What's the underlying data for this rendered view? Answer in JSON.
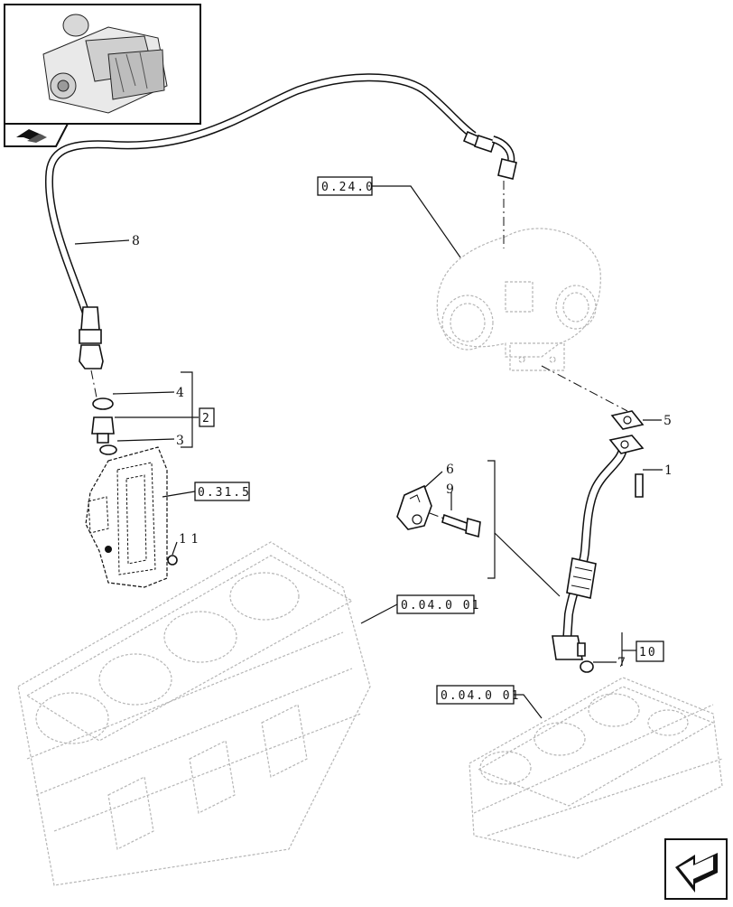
{
  "diagram": {
    "reference_labels": {
      "turbocharger_ref": "0.24.0",
      "pump_ref": "0.31.5",
      "block_ref_upper": "0.04.0 01",
      "block_ref_lower": "0.04.0 01"
    },
    "callouts": {
      "c1": "1",
      "c2": "2",
      "c3": "3",
      "c4": "4",
      "c5": "5",
      "c6": "6",
      "c7": "7",
      "c8": "8",
      "c9": "9",
      "c10": "10",
      "c11": "1 1"
    }
  },
  "icons": {
    "thumbnail": "engine-thumbnail-icon",
    "book": "manual-book-icon",
    "next": "next-page-arrow-icon"
  }
}
